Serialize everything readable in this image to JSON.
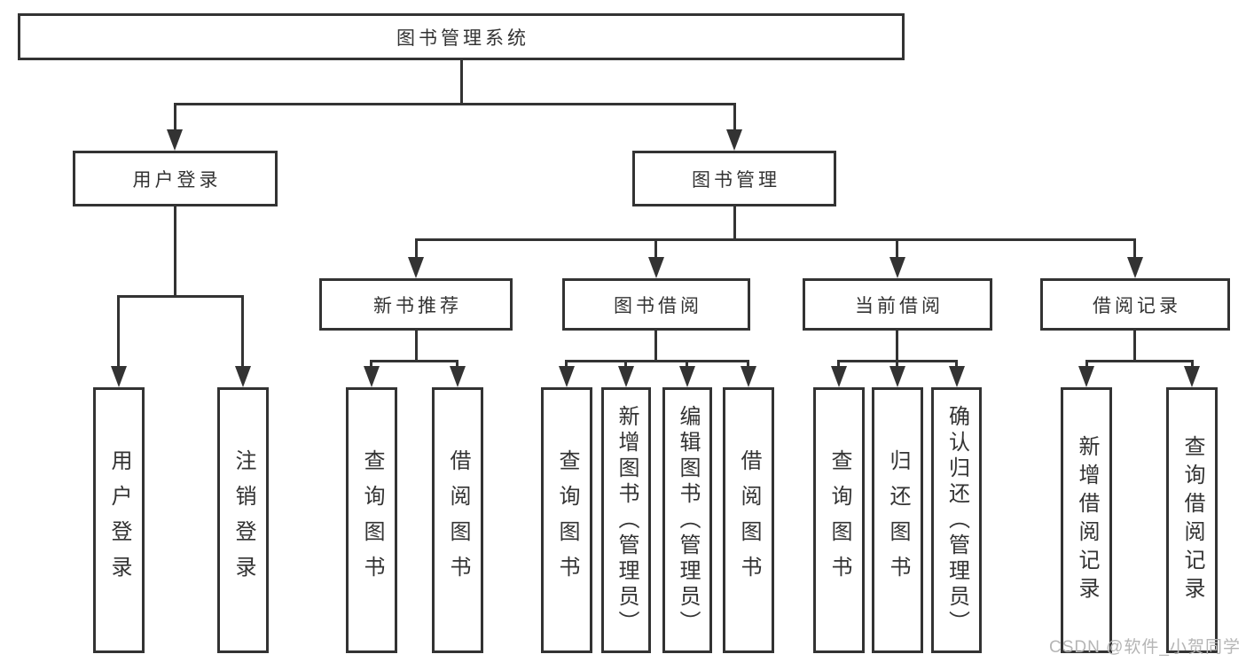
{
  "diagram": {
    "title": "图书管理系统",
    "root": "图书管理系统",
    "branches": [
      "用户登录",
      "图书管理"
    ],
    "sections": [
      "新书推荐",
      "图书借阅",
      "当前借阅",
      "借阅记录"
    ],
    "leaves": [
      "用户登录",
      "注销登录",
      "查询图书",
      "借阅图书",
      "查询图书",
      "新增图书（管理员）",
      "编辑图书（管理员）",
      "借阅图书",
      "查询图书",
      "归还图书",
      "确认归还（管理员）",
      "新增借阅记录",
      "查询借阅记录"
    ],
    "watermark": "CSDN @软件_小贺同学",
    "colors": {
      "line": "#333333",
      "box_background": "#ffffff",
      "watermark": "#b5b5b5"
    }
  }
}
